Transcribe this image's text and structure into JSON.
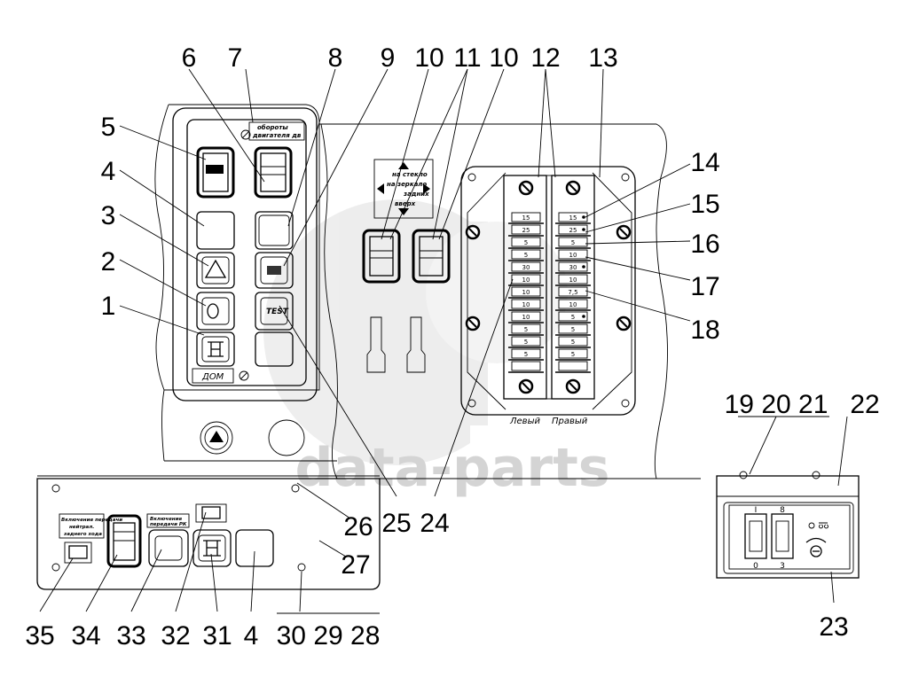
{
  "watermark": "data-parts",
  "callouts": {
    "c1": "1",
    "c2": "2",
    "c3": "3",
    "c4": "4",
    "c5": "5",
    "c6": "6",
    "c7": "7",
    "c8": "8",
    "c9": "9",
    "c10a": "10",
    "c11": "11",
    "c10b": "10",
    "c12": "12",
    "c13": "13",
    "c14": "14",
    "c15": "15",
    "c16": "16",
    "c17": "17",
    "c18": "18",
    "c192021": "19 20 21",
    "c22": "22",
    "c23": "23",
    "c24": "24",
    "c25": "25",
    "c26": "26",
    "c27": "27",
    "c302928": "30 29 28",
    "c4b": "4",
    "c31": "31",
    "c32": "32",
    "c33": "33",
    "c34": "34",
    "c35": "35"
  },
  "labels": {
    "engine_speed_l1": "обороты",
    "engine_speed_l2": "двигателя дв",
    "dom": "ДОМ",
    "test": "TEST",
    "mirror_1": "на стекло",
    "mirror_2": "на зеркало",
    "mirror_3": "задних",
    "mirror_4": "вверх",
    "left_block": "Левый",
    "right_block": "Правый",
    "gear_1": "Включение передачи",
    "gear_2": "нейтрал.",
    "gear_3": "заднего хода",
    "rk_1": "Включение",
    "rk_2": "передачи РК",
    "heater_top": "8",
    "heater_bottom": "3",
    "heater_off": "0",
    "heater_on": "I"
  },
  "fuses": {
    "left": [
      "15",
      "25",
      "5",
      "5",
      "30",
      "10",
      "10",
      "10",
      "10",
      "5",
      "5",
      "5",
      ""
    ],
    "right": [
      "15",
      "25",
      "5",
      "10",
      "30",
      "10",
      "7,5",
      "10",
      "5",
      "5",
      "5",
      "5",
      ""
    ],
    "right_marked": [
      0,
      1,
      4,
      8
    ]
  }
}
